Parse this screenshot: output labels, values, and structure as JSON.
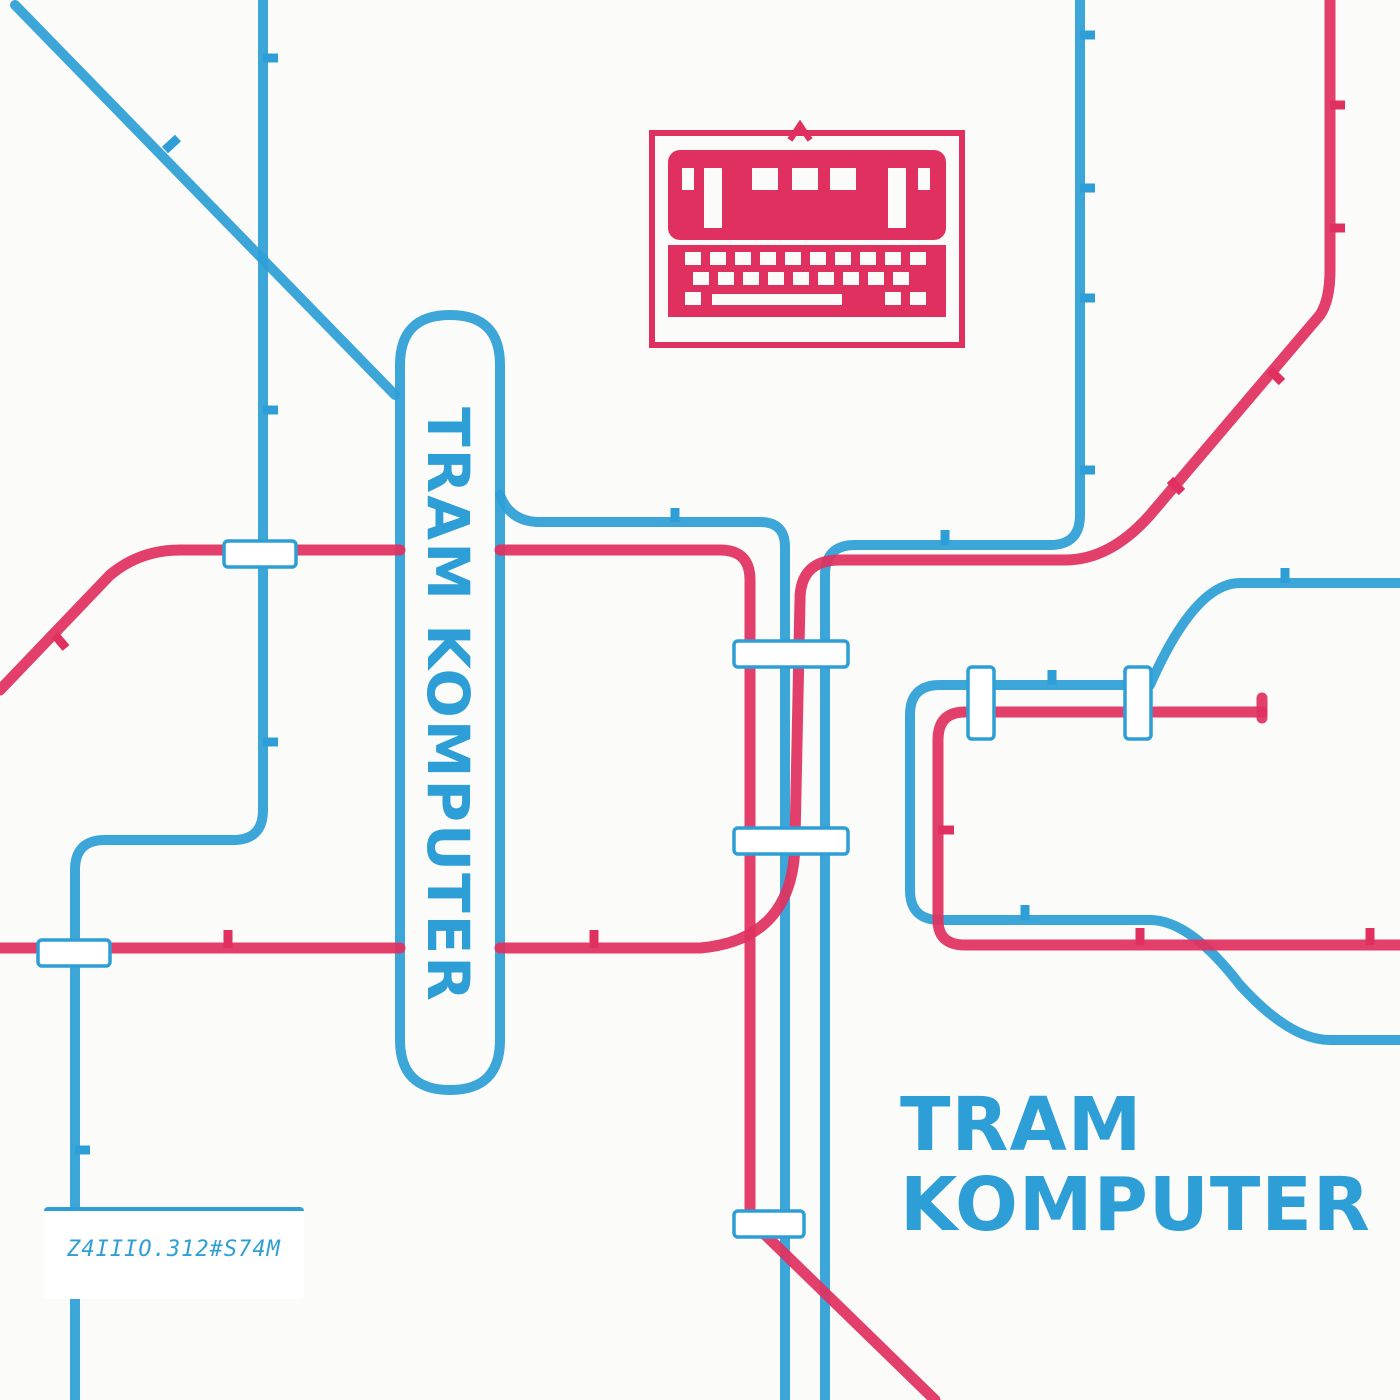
{
  "cover": {
    "vertical_title": "TRAM KOMPUTER",
    "title_line_1": "TRAM",
    "title_line_2": "KOMPUTER",
    "catalog_number": "Z4IIIO.312#S74M"
  },
  "icons": {
    "tram_keyboard": "tram-keyboard-icon"
  },
  "colors": {
    "blue": "#2e9fd6",
    "red": "#e0305f",
    "paper": "#fbfbf9"
  }
}
